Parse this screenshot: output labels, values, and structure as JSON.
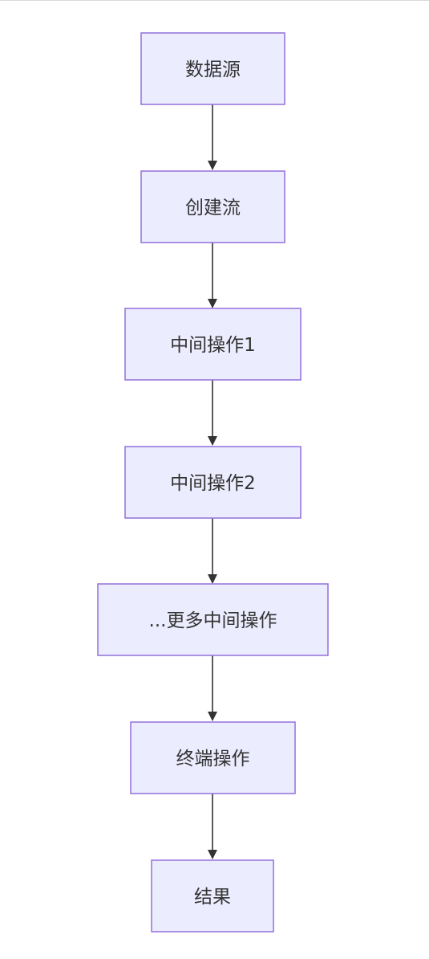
{
  "diagram": {
    "nodes": [
      {
        "id": "n1",
        "label": "数据源"
      },
      {
        "id": "n2",
        "label": "创建流"
      },
      {
        "id": "n3",
        "label": "中间操作1"
      },
      {
        "id": "n4",
        "label": "中间操作2"
      },
      {
        "id": "n5",
        "label": "...更多中间操作"
      },
      {
        "id": "n6",
        "label": "终端操作"
      },
      {
        "id": "n7",
        "label": "结果"
      }
    ],
    "edges": [
      {
        "from": "n1",
        "to": "n2"
      },
      {
        "from": "n2",
        "to": "n3"
      },
      {
        "from": "n3",
        "to": "n4"
      },
      {
        "from": "n4",
        "to": "n5"
      },
      {
        "from": "n5",
        "to": "n6"
      },
      {
        "from": "n6",
        "to": "n7"
      }
    ],
    "colors": {
      "node_fill": "#ececff",
      "node_border": "#9370db",
      "text": "#333333",
      "edge": "#333333"
    }
  }
}
